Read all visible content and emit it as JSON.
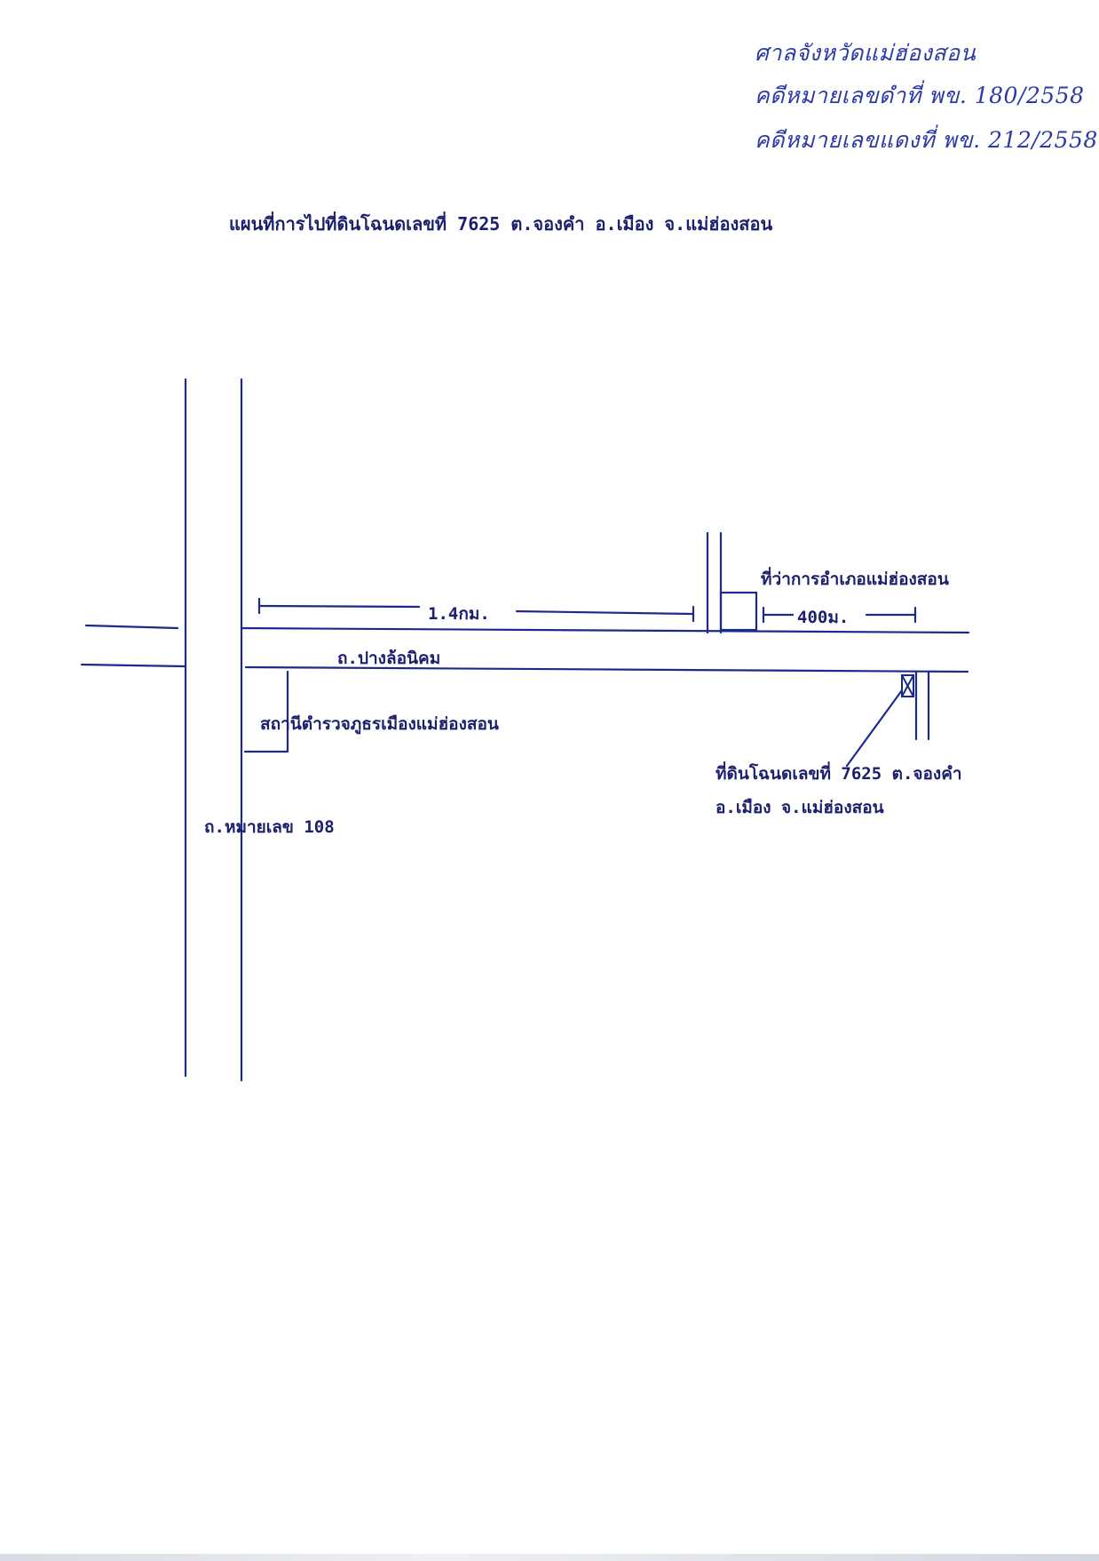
{
  "handwritten_note": {
    "line1": "ศาลจังหวัดแม่ฮ่องสอน",
    "line2": "คดีหมายเลขดำที่ พข. 180/2558",
    "line3": "คดีหมายเลขแดงที่ พข. 212/2558"
  },
  "title": "แผนที่การไปที่ดินโฉนดเลขที่ 7625 ต.จองคำ อ.เมือง จ.แม่ฮ่องสอน",
  "map_labels": {
    "distance_long": "1.4กม.",
    "distance_short": "400ม.",
    "district_office": "ที่ว่าการอำเภอแม่ฮ่องสอน",
    "main_road": "ถ.ปางล้อนิคม",
    "police_station": "สถานีตำรวจภูธรเมืองแม่ฮ่องสอน",
    "highway": "ถ.หมายเลข 108",
    "land_plot_line1": "ที่ดินโฉนดเลขที่ 7625 ต.จองคำ",
    "land_plot_line2": "อ.เมือง จ.แม่ฮ่องสอน"
  },
  "colors": {
    "ink_pen": "#2c3aa8",
    "ink_typed": "#1a1f6e",
    "map_lines": "#1c2a8c"
  },
  "icons": {
    "land_marker": "x-in-box-marker",
    "district_office": "rectangle-building"
  }
}
